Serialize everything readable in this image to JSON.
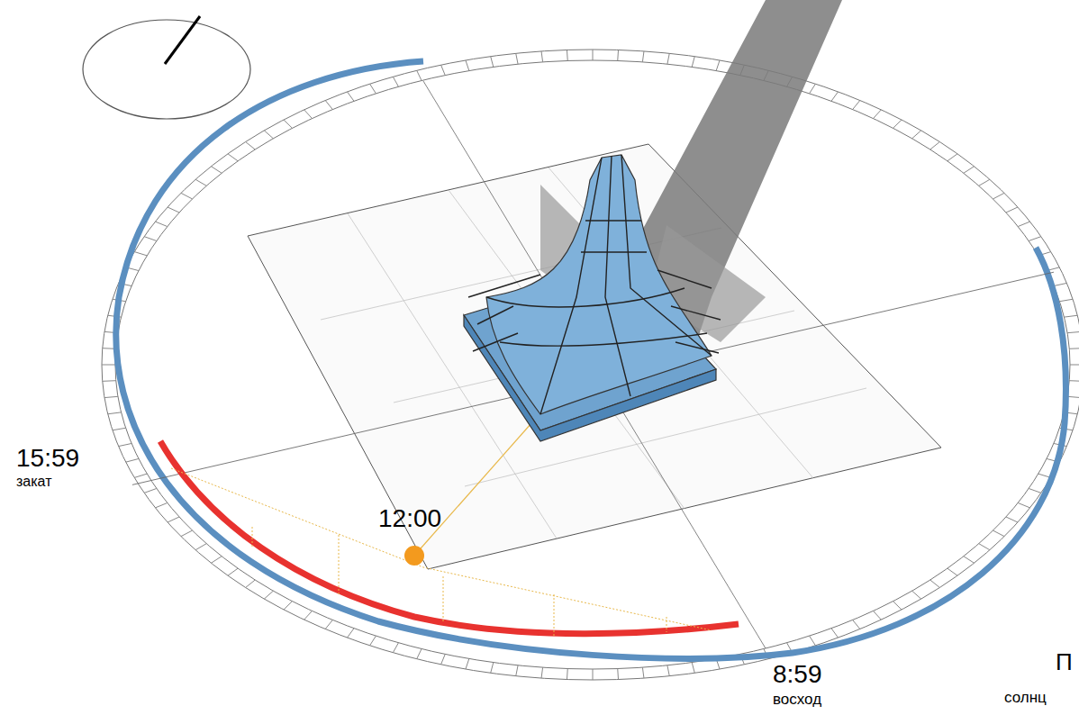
{
  "diagram": {
    "labels": [
      "15:59",
      "закат",
      "12:00",
      "8:59",
      "восход",
      "П",
      "солнц"
    ]
  }
}
